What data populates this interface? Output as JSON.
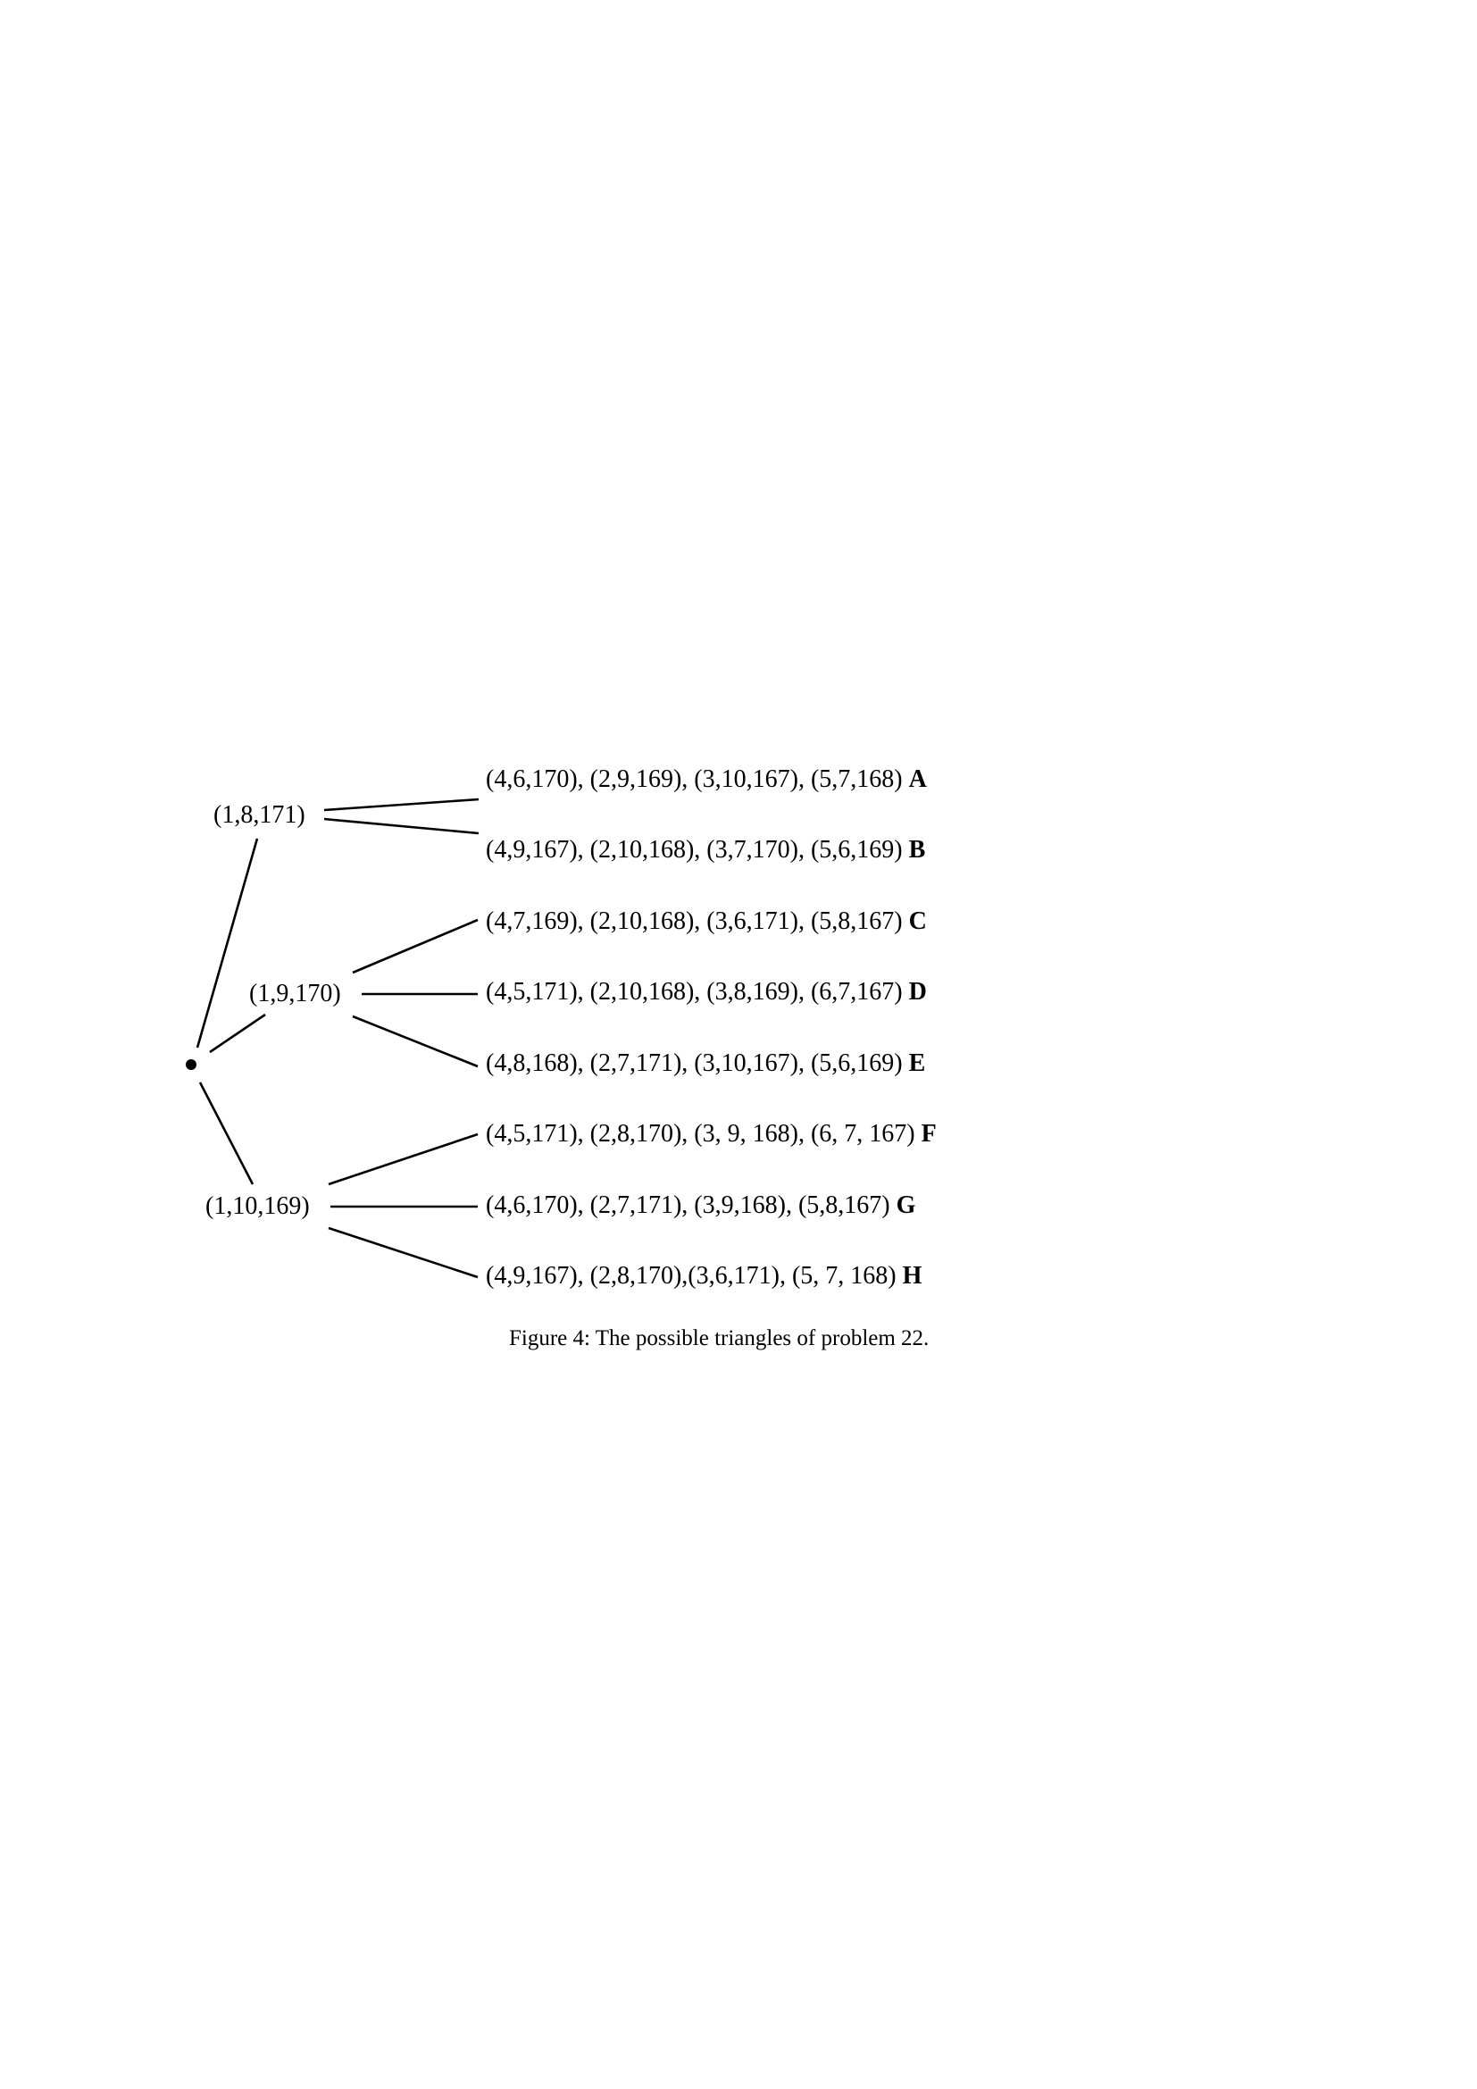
{
  "diagram": {
    "nodes": {
      "n1": "(1,8,171)",
      "n2": "(1,9,170)",
      "n3": "(1,10,169)"
    },
    "leaves": [
      {
        "text": "(4,6,170), (2,9,169), (3,10,167), (5,7,168)",
        "label": "A"
      },
      {
        "text": "(4,9,167), (2,10,168), (3,7,170), (5,6,169)",
        "label": "B"
      },
      {
        "text": "(4,7,169), (2,10,168), (3,6,171), (5,8,167)",
        "label": "C"
      },
      {
        "text": "(4,5,171), (2,10,168), (3,8,169), (6,7,167)",
        "label": "D"
      },
      {
        "text": "(4,8,168), (2,7,171), (3,10,167), (5,6,169)",
        "label": "E"
      },
      {
        "text": "(4,5,171), (2,8,170), (3, 9, 168), (6, 7, 167)",
        "label": "F"
      },
      {
        "text": "(4,6,170), (2,7,171), (3,9,168), (5,8,167)",
        "label": "G"
      },
      {
        "text": "(4,9,167), (2,8,170),(3,6,171), (5, 7, 168)",
        "label": "H"
      }
    ],
    "caption": "Figure 4: The possible triangles of problem 22."
  }
}
